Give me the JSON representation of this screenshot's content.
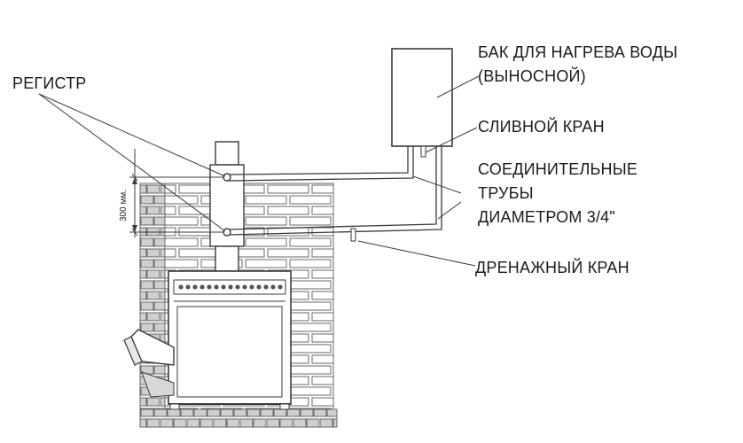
{
  "labels": {
    "register": "РЕГИСТР",
    "tank_line1": "БАК ДЛЯ НАГРЕВА ВОДЫ",
    "tank_line2": "(ВЫНОСНОЙ)",
    "drain_valve": "СЛИВНОЙ КРАН",
    "pipes_line1": "СОЕДИНИТЕЛЬНЫЕ",
    "pipes_line2": "ТРУБЫ",
    "pipes_line3": "ДИАМЕТРОМ 3/4\"",
    "drainage_valve": "ДРЕНАЖНЫЙ КРАН"
  },
  "dimension": {
    "value": "300 мм."
  }
}
